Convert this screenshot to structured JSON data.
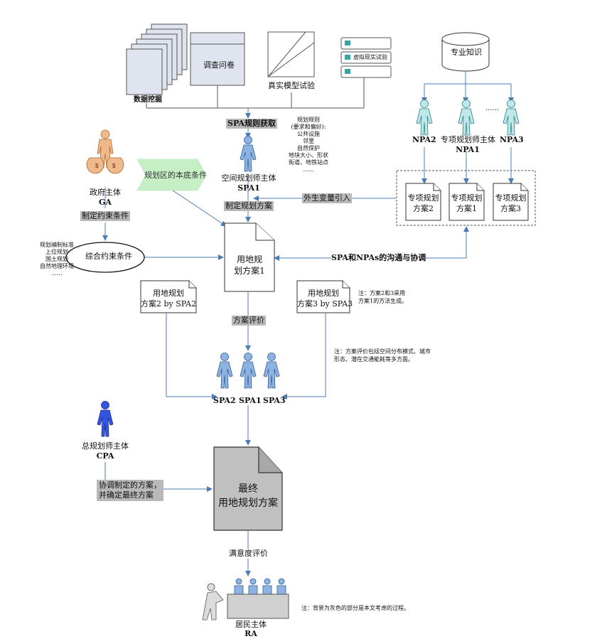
{
  "sources": {
    "data_mining": "数据挖掘",
    "survey": "调查问卷",
    "model_test": "真实模型试验",
    "vr_test": "虚拟现实试验"
  },
  "knowledge": "专业知识",
  "npa": {
    "npa2": "NPA2",
    "npa1_title": "专项规划师主体",
    "npa1": "NPA1",
    "npa3": "NPA3",
    "dots": "......",
    "plans": [
      {
        "line1": "专项规划",
        "line2": "方案2"
      },
      {
        "line1": "专项规划",
        "line2": "方案1"
      },
      {
        "line1": "专项规划",
        "line2": "方案3"
      }
    ]
  },
  "spa_rules_acquisition": "SPA规则获取",
  "rules_note": [
    "规划规则",
    "(要求和偏好):",
    "公共设施",
    "邻里",
    "自然保护",
    "地块大小、形状",
    "街道、地铁站点",
    "......"
  ],
  "ga": {
    "title": "政府主体",
    "code": "GA"
  },
  "constraints_make": "制定约束条件",
  "constraints": "综合约束条件",
  "constraints_list": [
    "规划编制标准",
    "上位规划",
    "国土规划",
    "自然地理环境",
    "......"
  ],
  "base_conditions": "规划区的本底条件",
  "spa1": {
    "title": "空间规划师主体",
    "code": "SPA1"
  },
  "exo_vars": "外生变量引入",
  "make_plan": "制定规划方案",
  "plan1": {
    "line1": "用地规",
    "line2": "划方案1"
  },
  "communication": "SPA和NPAs的沟通与协调",
  "plan2": {
    "line1": "用地规划",
    "line2": "方案2 by SPA2"
  },
  "plan3": {
    "line1": "用地规划",
    "line2": "方案3 by SPA3"
  },
  "note_plans": [
    "注：方案2和3采用",
    "方案1的方法生成。"
  ],
  "evaluation": "方案评价",
  "note_eval": [
    "注：方案评价包括空间分布模式、城市",
    "形态、潜在交通能耗等多方面。"
  ],
  "spa_labels": [
    "SPA2",
    "SPA1",
    "SPA3"
  ],
  "cpa": {
    "title": "总规划师主体",
    "code": "CPA"
  },
  "coordinate": [
    "协调制定的方案，",
    "并确定最终方案"
  ],
  "final_plan": {
    "line1": "最终",
    "line2": "用地规划方案"
  },
  "satisfaction": "满意度评价",
  "ra": {
    "title": "居民主体",
    "code": "RA"
  },
  "note_bg": "注：背景为灰色的部分是本文考虑的过程。"
}
